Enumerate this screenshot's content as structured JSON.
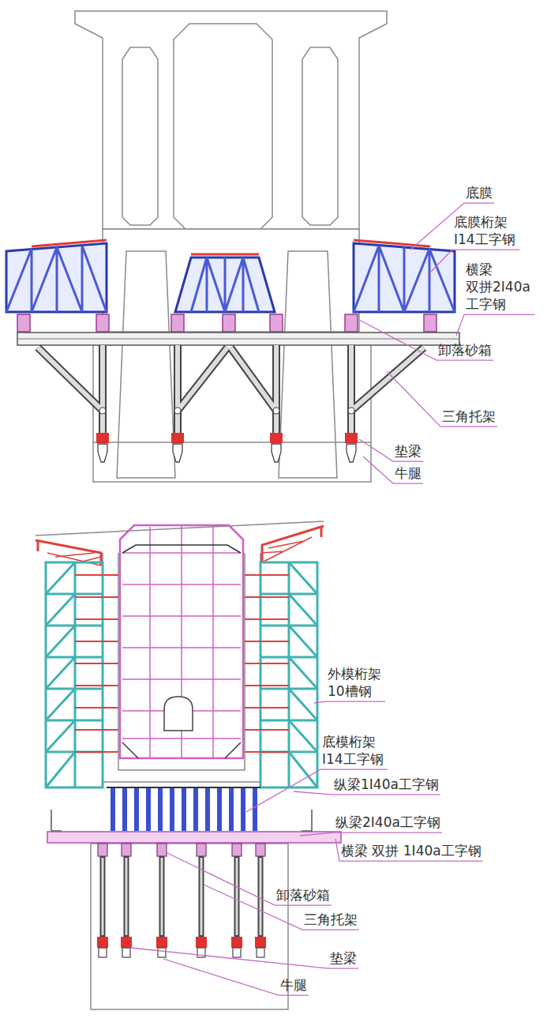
{
  "diagram": {
    "labels": [
      "底膜",
      "底膜桁架 I14工字钢",
      "横梁 双拼2I40a 工字钢",
      "卸落砂箱",
      "三角托架",
      "垫梁",
      "牛腿",
      "外模桁架 10槽钢",
      "底模桁架 I14工字钢",
      "纵梁1I40a工字钢",
      "纵梁2I40a工字钢",
      "横梁 双拼 1I40a工字钢",
      "卸落砂箱",
      "三角托架",
      "垫梁",
      "牛腿"
    ]
  }
}
